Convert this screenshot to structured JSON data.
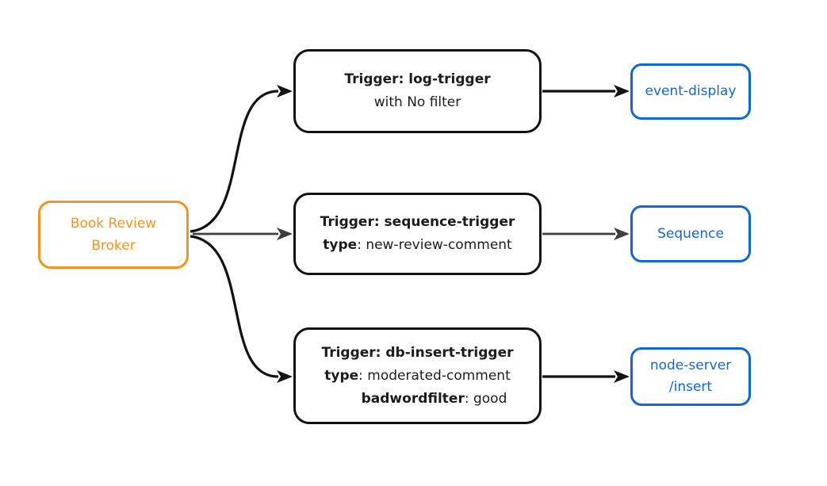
{
  "colors": {
    "orange": "#F2941F",
    "blue": "#1268D2",
    "node_border": "#121212",
    "arrow_black": "#121212",
    "arrow_gray": "#3F3F3F",
    "background": "#FFFFFF"
  },
  "broker": {
    "lines": [
      "Book Review",
      "Broker"
    ]
  },
  "rows": [
    {
      "trigger": {
        "title": "Trigger: log-trigger",
        "attrs": [
          {
            "bold": "",
            "rest": "with No filter"
          }
        ]
      },
      "sink": {
        "lines": [
          "event-display"
        ]
      }
    },
    {
      "trigger": {
        "title": "Trigger: sequence-trigger",
        "attrs": [
          {
            "bold": "type",
            "rest": ": new-review-comment"
          }
        ]
      },
      "sink": {
        "lines": [
          "Sequence"
        ]
      }
    },
    {
      "trigger": {
        "title": "Trigger: db-insert-trigger",
        "attrs": [
          {
            "bold": "type",
            "rest": ": moderated-comment"
          },
          {
            "bold": "badwordfilter",
            "rest": ": good"
          }
        ]
      },
      "sink": {
        "lines": [
          "node-server",
          "/insert"
        ]
      }
    }
  ]
}
